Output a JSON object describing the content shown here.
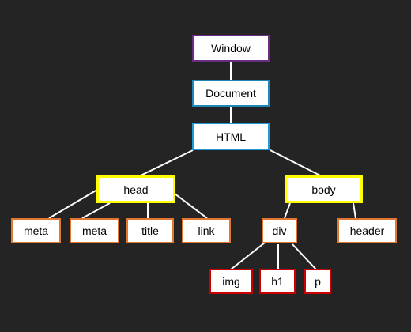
{
  "colors": {
    "background": "#242424",
    "connector": "#ffffff",
    "window": "#6b2d82",
    "document": "#1f86b8",
    "html": "#1f9ad6",
    "head_body": "#ffff00",
    "leaf": "#e37730",
    "media": "#cc0000"
  },
  "tree": {
    "window": "Window",
    "document": "Document",
    "html": "HTML",
    "head": "head",
    "body": "body",
    "head_children": [
      "meta",
      "meta",
      "title",
      "link"
    ],
    "body_children": [
      "div",
      "header"
    ],
    "div_children": [
      "img",
      "h1",
      "p"
    ]
  }
}
